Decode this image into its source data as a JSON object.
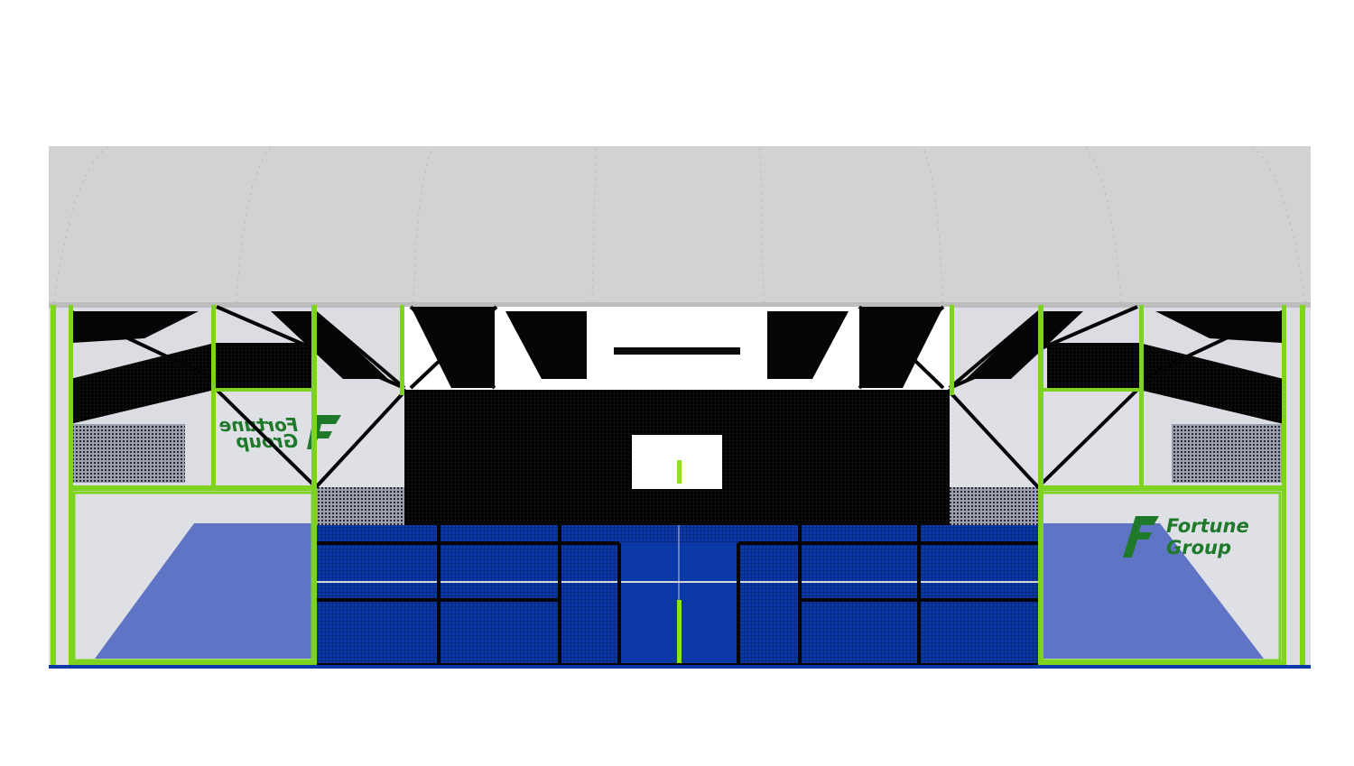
{
  "scene": {
    "subject": "Covered padel court structure with arched canopy roof",
    "colors": {
      "background": "#ffffff",
      "roof": "#d4d4d4",
      "frame": "#7ed321",
      "mesh": "#0a0a0a",
      "court_floor": "#0b3aa8",
      "glass_floor": "#4a63b8",
      "glass_wall": "#dcdde3",
      "logo": "#1e7a2a"
    },
    "logos": [
      {
        "position": "right-front-glass",
        "line1": "Fortune",
        "line2": "Group",
        "mirrored": false
      },
      {
        "position": "left-back-glass",
        "line1": "Fortune",
        "line2": "Group",
        "mirrored": true
      }
    ]
  }
}
